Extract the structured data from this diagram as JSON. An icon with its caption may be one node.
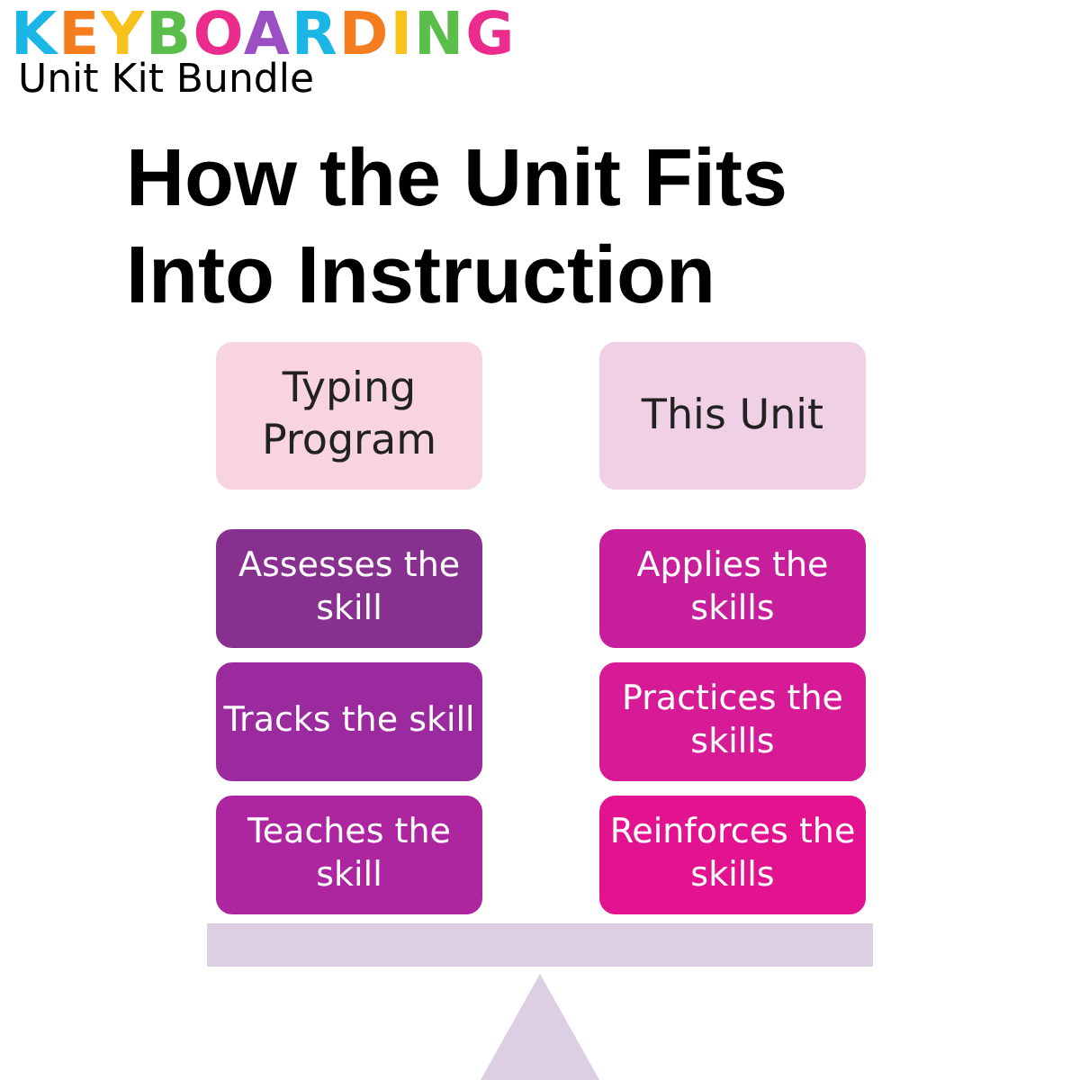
{
  "diagram": {
    "title": "How the Unit Fits Into Instruction",
    "nodes": [
      {
        "text": [
          "Typing Program"
        ]
      },
      {
        "text": [
          "This Unit"
        ]
      },
      {
        "text": [
          "Assesses the skill"
        ]
      },
      {
        "text": [
          "Applies the skills"
        ]
      },
      {
        "text": [
          "Tracks the skill"
        ]
      },
      {
        "text": [
          "Practices the skills"
        ]
      },
      {
        "text": [
          "Teaches the skill"
        ]
      },
      {
        "text": [
          "Reinforces the skills"
        ]
      }
    ],
    "labels": [
      "KEYBOARDING",
      "Unit Kit Bundle"
    ]
  }
}
